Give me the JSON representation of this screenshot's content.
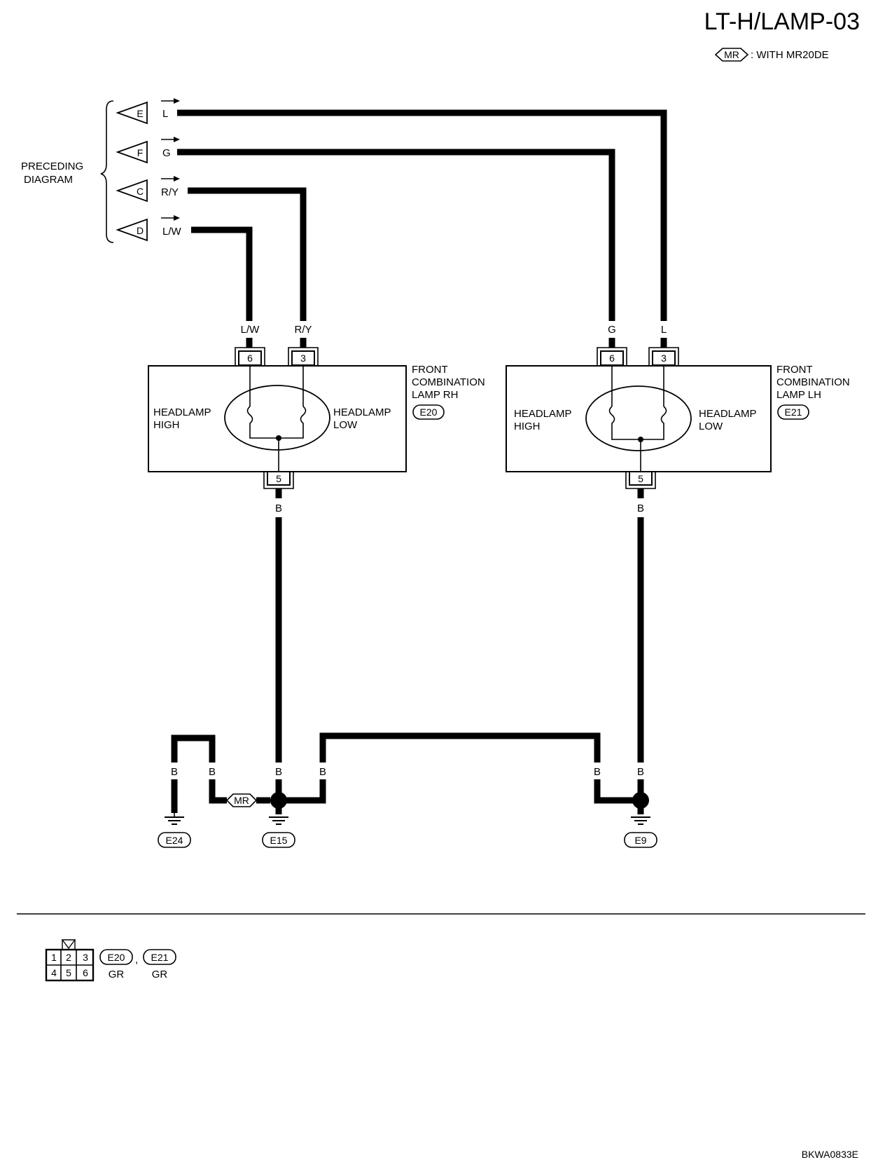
{
  "header": {
    "title": "LT-H/LAMP-03",
    "legend_code": "MR",
    "legend_text": ": WITH MR20DE"
  },
  "preceding": {
    "label_line1": "PRECEDING",
    "label_line2": "DIAGRAM",
    "connectors": [
      {
        "letter": "E",
        "wire": "L"
      },
      {
        "letter": "F",
        "wire": "G"
      },
      {
        "letter": "C",
        "wire": "R/Y"
      },
      {
        "letter": "D",
        "wire": "L/W"
      }
    ]
  },
  "lamps": [
    {
      "name_line1": "FRONT",
      "name_line2": "COMBINATION",
      "name_line3": "LAMP RH",
      "connector_id": "E20",
      "pin_high": "6",
      "pin_low": "3",
      "pin_ground": "5",
      "wire_high": "L/W",
      "wire_low": "R/Y",
      "wire_ground": "B",
      "label_high_1": "HEADLAMP",
      "label_high_2": "HIGH",
      "label_low_1": "HEADLAMP",
      "label_low_2": "LOW"
    },
    {
      "name_line1": "FRONT",
      "name_line2": "COMBINATION",
      "name_line3": "LAMP LH",
      "connector_id": "E21",
      "pin_high": "6",
      "pin_low": "3",
      "pin_ground": "5",
      "wire_high": "G",
      "wire_low": "L",
      "wire_ground": "B",
      "label_high_1": "HEADLAMP",
      "label_high_2": "HIGH",
      "label_low_1": "HEADLAMP",
      "label_low_2": "LOW"
    }
  ],
  "ground": {
    "wire_labels": [
      "B",
      "B",
      "B",
      "B",
      "B",
      "B"
    ],
    "mr_tag": "MR",
    "points": [
      "E24",
      "E15",
      "E9"
    ]
  },
  "connector_info": {
    "pins": [
      "1",
      "2",
      "3",
      "4",
      "5",
      "6"
    ],
    "ids": [
      "E20",
      "E21"
    ],
    "separator": ",",
    "colors": [
      "GR",
      "GR"
    ]
  },
  "footer_code": "BKWA0833E"
}
